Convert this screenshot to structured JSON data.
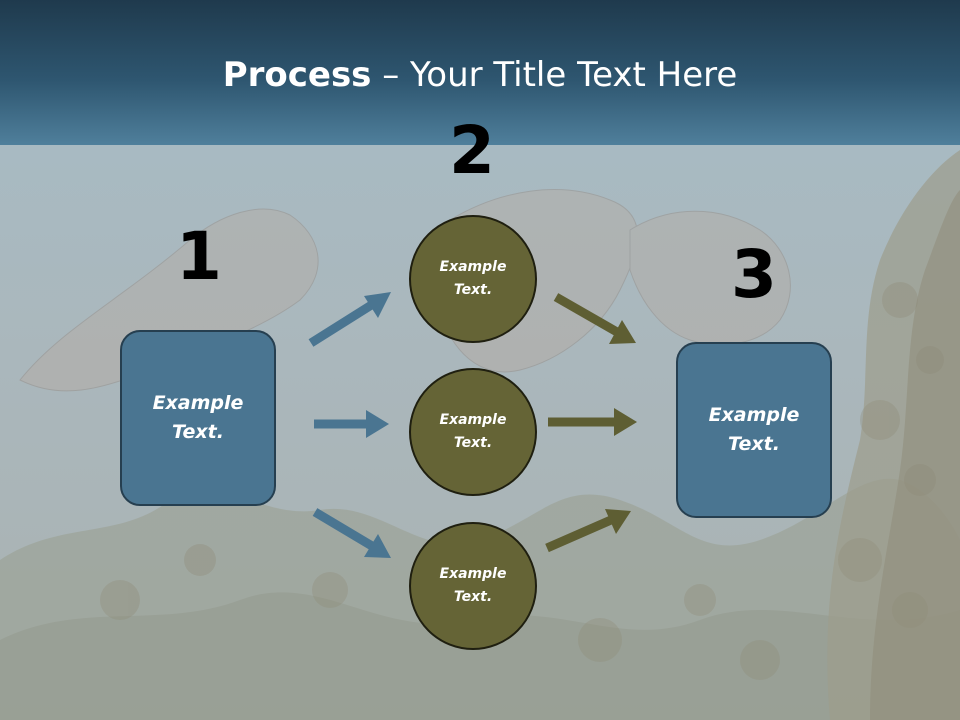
{
  "slide": {
    "title_bold": "Process",
    "title_rest": " – Your Title Text Here"
  },
  "steps": [
    {
      "number": "1"
    },
    {
      "number": "2"
    },
    {
      "number": "3"
    }
  ],
  "left_box": {
    "text": "Example Text."
  },
  "right_box": {
    "text": "Example Text."
  },
  "circles": [
    {
      "text": "Example Text."
    },
    {
      "text": "Example Text."
    },
    {
      "text": "Example Text."
    }
  ],
  "colors": {
    "title_bar": "#2e5670",
    "box_fill": "#4a7591",
    "circle_fill": "#656436",
    "blue_arrow": "#4a7591",
    "olive_arrow": "#5e5e33"
  }
}
